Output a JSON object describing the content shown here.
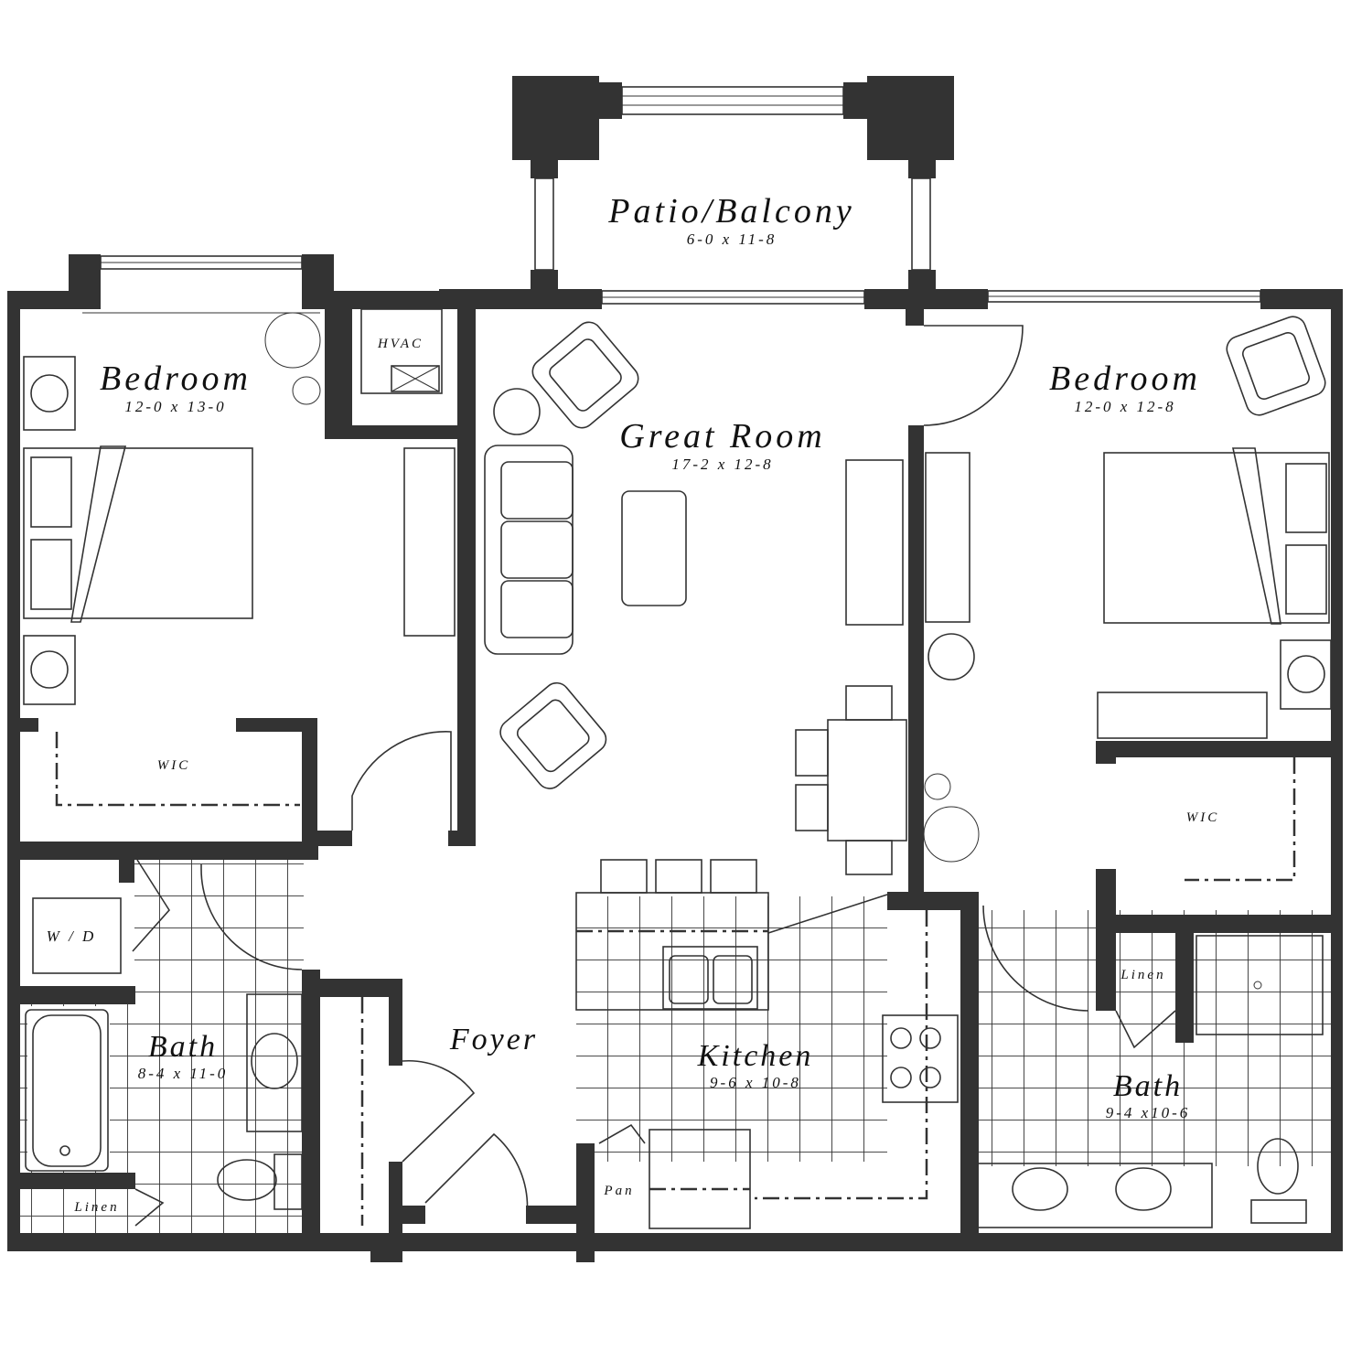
{
  "rooms": {
    "patio": {
      "name": "Patio/Balcony",
      "dims": "6-0 x 11-8"
    },
    "bedroom_left": {
      "name": "Bedroom",
      "dims": "12-0 x 13-0"
    },
    "hvac": {
      "name": "HVAC"
    },
    "great_room": {
      "name": "Great Room",
      "dims": "17-2 x 12-8"
    },
    "bedroom_right": {
      "name": "Bedroom",
      "dims": "12-0 x 12-8"
    },
    "wic_left": {
      "name": "WIC"
    },
    "wic_right": {
      "name": "WIC"
    },
    "laundry": {
      "name": "W / D"
    },
    "bath_left": {
      "name": "Bath",
      "dims": "8-4 x 11-0"
    },
    "foyer": {
      "name": "Foyer"
    },
    "kitchen": {
      "name": "Kitchen",
      "dims": "9-6 x 10-8"
    },
    "bath_right": {
      "name": "Bath",
      "dims": "9-4 x10-6"
    },
    "linen_left": {
      "name": "Linen"
    },
    "linen_right": {
      "name": "Linen"
    },
    "pantry": {
      "name": "Pan"
    }
  },
  "colors": {
    "wall": "#333333",
    "background": "#ffffff"
  }
}
